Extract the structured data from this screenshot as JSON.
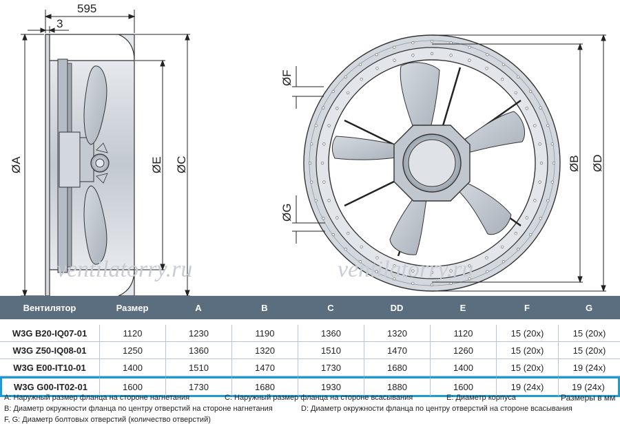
{
  "drawing": {
    "dims": {
      "overall_length": "595",
      "flange_thickness": "3",
      "dia_a": "ØA",
      "dia_e": "ØE",
      "dia_c": "ØC",
      "dia_f": "ØF",
      "dia_g": "ØG",
      "dia_b": "ØB",
      "dia_d": "ØD"
    },
    "watermark": "ventilatorry.ru",
    "colors": {
      "dim_line": "#222222",
      "housing": "#c9ced5",
      "blade": "#b9c0c9",
      "flange": "#d8dce2"
    }
  },
  "table": {
    "headers": [
      "Вентилятор",
      "Размер",
      "A",
      "B",
      "C",
      "DD",
      "E",
      "F",
      "G"
    ],
    "rows": [
      [
        "W3G B20-IQ07-01",
        "1120",
        "1230",
        "1190",
        "1360",
        "1320",
        "1120",
        "15 (20x)",
        "15 (20x)"
      ],
      [
        "W3G Z50-IQ08-01",
        "1250",
        "1360",
        "1320",
        "1510",
        "1470",
        "1260",
        "15 (20x)",
        "15 (20x)"
      ],
      [
        "W3G E00-IT10-01",
        "1400",
        "1510",
        "1470",
        "1730",
        "1680",
        "1400",
        "15 (20x)",
        "19 (24x)"
      ],
      [
        "W3G G00-IT02-01",
        "1600",
        "1730",
        "1680",
        "1930",
        "1880",
        "1600",
        "19 (24x)",
        "19 (24x)"
      ]
    ],
    "highlighted_row": 3,
    "colors": {
      "header_bg": "#5b6e80",
      "highlight": "#1a9ad6"
    }
  },
  "legend": {
    "a": "A: Наружный размер фланца на стороне нагнетания",
    "c": "C: Наружный размер фланца на стороне всасывания",
    "e": "E: Диаметр корпуса",
    "units": "Размеры в мм",
    "b": "B: Диаметр окружности фланца по центру отверстий на стороне нагнетания",
    "d": "D: Диаметр окружности фланца по центру отверстий на стороне всасывания",
    "fg": "F, G: Диаметр болтовых отверстий (количество отверстий)"
  }
}
